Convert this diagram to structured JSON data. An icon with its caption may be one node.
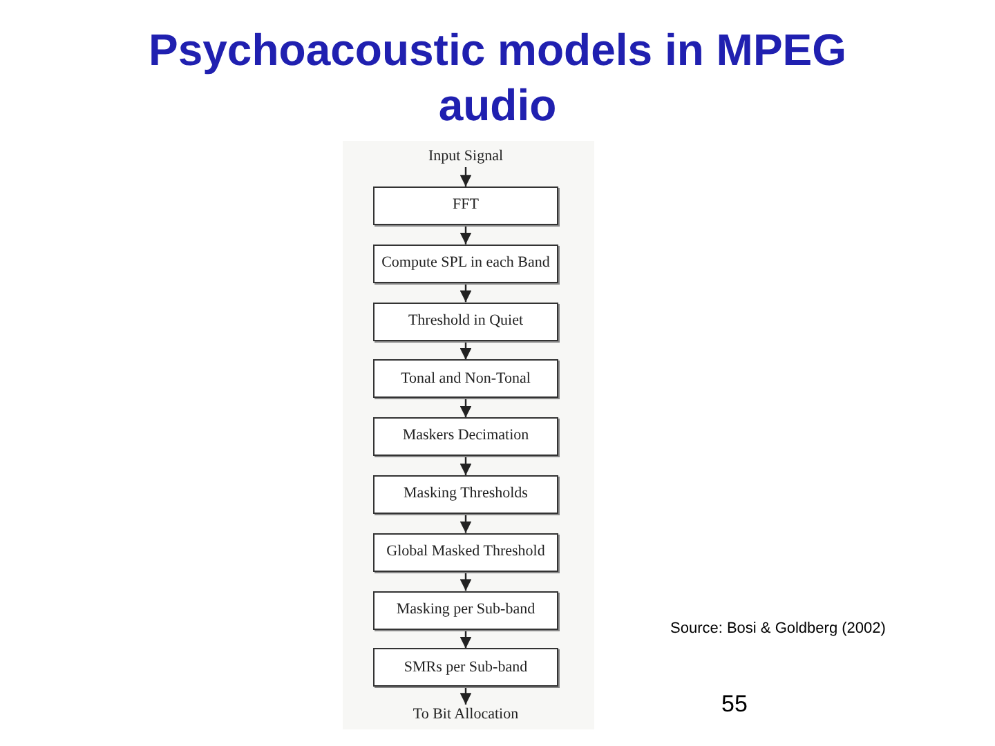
{
  "diagram": {
    "title": "Psychoacoustic models in MPEG audio",
    "nodes": [
      {
        "text": [
          "Input Signal"
        ]
      },
      {
        "text": [
          "FFT"
        ]
      },
      {
        "text": [
          "Compute SPL in each Band"
        ]
      },
      {
        "text": [
          "Threshold in Quiet"
        ]
      },
      {
        "text": [
          "Tonal and Non-Tonal"
        ]
      },
      {
        "text": [
          "Maskers Decimation"
        ]
      },
      {
        "text": [
          "Masking Thresholds"
        ]
      },
      {
        "text": [
          "Global Masked Threshold"
        ]
      },
      {
        "text": [
          "Masking per Sub-band"
        ]
      },
      {
        "text": [
          "SMRs per Sub-band"
        ]
      },
      {
        "text": [
          "To Bit Allocation"
        ]
      }
    ],
    "edges": [
      {
        "from": 0,
        "to": 1,
        "arrow": "to"
      },
      {
        "from": 1,
        "to": 2,
        "arrow": "to"
      },
      {
        "from": 2,
        "to": 3,
        "arrow": "to"
      },
      {
        "from": 3,
        "to": 4,
        "arrow": "to"
      },
      {
        "from": 4,
        "to": 5,
        "arrow": "to"
      },
      {
        "from": 5,
        "to": 6,
        "arrow": "to"
      },
      {
        "from": 6,
        "to": 7,
        "arrow": "to"
      },
      {
        "from": 7,
        "to": 8,
        "arrow": "to"
      },
      {
        "from": 8,
        "to": 9,
        "arrow": "to"
      },
      {
        "from": 9,
        "to": 10,
        "arrow": "to"
      }
    ],
    "labels": [
      "Source: Bosi & Goldberg (2002)",
      "55"
    ]
  }
}
